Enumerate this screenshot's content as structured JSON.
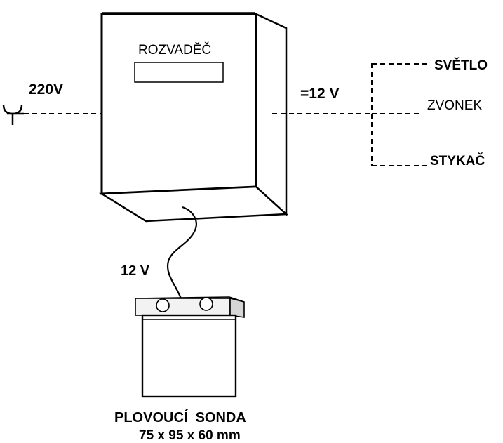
{
  "labels": {
    "box": "ROZVADĚČ",
    "input_voltage": "220V",
    "output_voltage": "=12 V",
    "cable_voltage": "12 V",
    "out_light": "SVĚTLO",
    "out_bell": "ZVONEK",
    "out_contactor": "STYKAČ",
    "probe_name": "PLOVOUCÍ  SONDA",
    "probe_dims": "75 x 95 x 60 mm"
  },
  "colors": {
    "line": "#000000",
    "background": "#ffffff"
  },
  "icons": {
    "plug": "plug-icon"
  }
}
